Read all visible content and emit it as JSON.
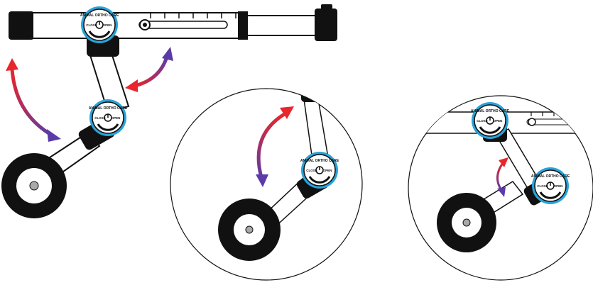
{
  "dial": {
    "brand_text": "ANIMAL ORTHO CARE",
    "close_label": "CLOSE",
    "open_label": "OPEN"
  },
  "colors": {
    "dial_ring": "#2aa3d8",
    "arrow_start": "#e8262b",
    "arrow_end": "#5b3ba8",
    "outline": "#111111",
    "hub": "#a9a9a9"
  },
  "icons": {
    "arrow": "curved-double-arrow-icon",
    "dial": "lock-dial-icon",
    "wheel": "wheel-icon"
  }
}
